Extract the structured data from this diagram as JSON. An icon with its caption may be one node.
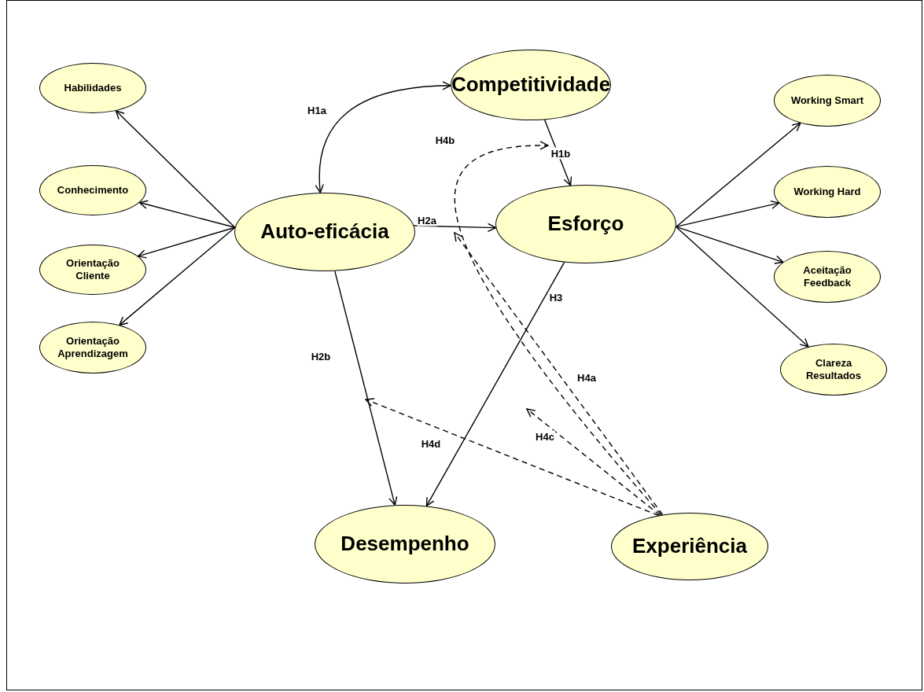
{
  "diagram": {
    "nodes": [
      {
        "text": [
          "Habilidades"
        ]
      },
      {
        "text": [
          "Conhecimento"
        ]
      },
      {
        "text": [
          "Orientação Cliente"
        ]
      },
      {
        "text": [
          "Orientação Aprendizagem"
        ]
      },
      {
        "text": [
          "Competitividade"
        ]
      },
      {
        "text": [
          "Auto-eficácia"
        ]
      },
      {
        "text": [
          "Esforço"
        ]
      },
      {
        "text": [
          "Working Smart"
        ]
      },
      {
        "text": [
          "Working Hard"
        ]
      },
      {
        "text": [
          "Aceitação Feedback"
        ]
      },
      {
        "text": [
          "Clareza Resultados"
        ]
      },
      {
        "text": [
          "Desempenho"
        ]
      },
      {
        "text": [
          "Experiência"
        ]
      }
    ],
    "edges": [
      {
        "from": 5,
        "to": 0,
        "arrow": "to"
      },
      {
        "from": 5,
        "to": 1,
        "arrow": "to"
      },
      {
        "from": 5,
        "to": 2,
        "arrow": "to"
      },
      {
        "from": 5,
        "to": 3,
        "arrow": "to"
      },
      {
        "from": 5,
        "to": 4,
        "arrow": "both",
        "label": "H1a"
      },
      {
        "from": 4,
        "to": 6,
        "arrow": "to",
        "label": "H1b"
      },
      {
        "from": 5,
        "to": 6,
        "arrow": "to",
        "label": "H2a"
      },
      {
        "from": 5,
        "to": 11,
        "arrow": "to",
        "label": "H2b"
      },
      {
        "from": 6,
        "to": 11,
        "arrow": "to",
        "label": "H3"
      },
      {
        "from": 6,
        "to": 7,
        "arrow": "to"
      },
      {
        "from": 6,
        "to": 8,
        "arrow": "to"
      },
      {
        "from": 6,
        "to": 9,
        "arrow": "to"
      },
      {
        "from": 6,
        "to": 10,
        "arrow": "to"
      },
      {
        "from": 12,
        "to": null,
        "arrow": "to",
        "label": "H4a",
        "style": "dashed"
      },
      {
        "from": 12,
        "to": null,
        "arrow": "to",
        "label": "H4b",
        "style": "dashed"
      },
      {
        "from": 12,
        "to": null,
        "arrow": "to",
        "label": "H4c",
        "style": "dashed"
      },
      {
        "from": 12,
        "to": null,
        "arrow": "to",
        "label": "H4d",
        "style": "dashed"
      }
    ]
  }
}
